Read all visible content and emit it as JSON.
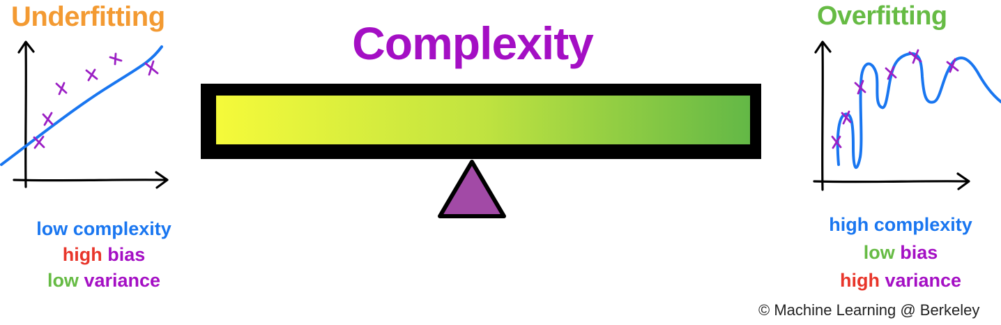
{
  "colors": {
    "orange": "#f39a32",
    "green": "#66bb44",
    "purple": "#a40fc4",
    "blue": "#1976f0",
    "red": "#e8352a",
    "black": "#000000",
    "marker": "#9b1fc4",
    "gradient_start": "#f5fa3a",
    "gradient_end": "#63b846",
    "triangle_fill": "#a24aa6"
  },
  "left": {
    "title": "Underfitting",
    "complexity": "low complexity",
    "bias_level": "high",
    "bias_word": "bias",
    "variance_level": "low",
    "variance_word": "variance"
  },
  "center": {
    "title": "Complexity"
  },
  "right": {
    "title": "Overfitting",
    "complexity": "high complexity",
    "bias_level": "low",
    "bias_word": "bias",
    "variance_level": "high",
    "variance_word": "variance"
  },
  "footer": {
    "copyright": "© Machine Learning @ Berkeley"
  },
  "icons": {
    "fulcrum": "triangle-fulcrum-icon",
    "data_point": "cross-marker-icon"
  }
}
